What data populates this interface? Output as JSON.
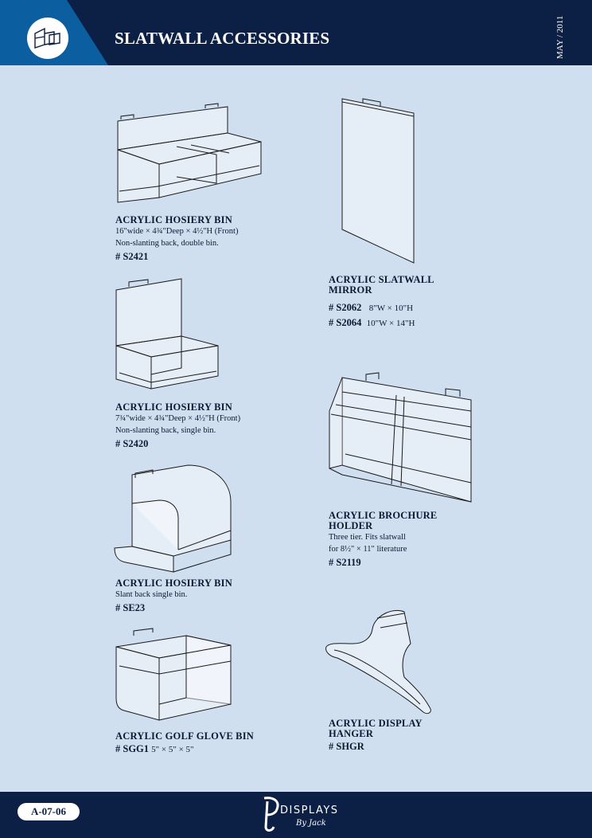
{
  "header": {
    "title": "SLATWALL ACCESSORIES",
    "date": "MAY / 2011",
    "icon": "slatwall-bins-icon"
  },
  "products": [
    {
      "name": "ACRYLIC HOSIERY BIN",
      "desc1": "16\"wide × 4¾\"Deep × 4½\"H (Front)",
      "desc2": "Non-slanting back, double bin.",
      "code": "# S2421"
    },
    {
      "name": "ACRYLIC HOSIERY BIN",
      "desc1": "7¾\"wide × 4¾\"Deep × 4½\"H (Front)",
      "desc2": "Non-slanting back, single bin.",
      "code": "# S2420"
    },
    {
      "name": "ACRYLIC HOSIERY BIN",
      "desc1": "Slant back single bin.",
      "code": "# SE23"
    },
    {
      "name": "ACRYLIC GOLF GLOVE BIN",
      "code": "# SGG1",
      "code_dims": "5\" × 5\" × 5\""
    },
    {
      "name1": "ACRYLIC SLATWALL",
      "name2": "MIRROR",
      "code1": "# S2062",
      "dims1": "8\"W × 10\"H",
      "code2": "# S2064",
      "dims2": "10\"W × 14\"H"
    },
    {
      "name1": "ACRYLIC BROCHURE",
      "name2": "HOLDER",
      "desc1": "Three tier. Fits slatwall",
      "desc2": "for 8½\" × 11\" literature",
      "code": "# S2119"
    },
    {
      "name1": "ACRYLIC DISPLAY",
      "name2": "HANGER",
      "code": "# SHGR"
    }
  ],
  "footer": {
    "page_code": "A-07-06",
    "brand": "DISPLAYS",
    "brand_by": "By Jack"
  }
}
